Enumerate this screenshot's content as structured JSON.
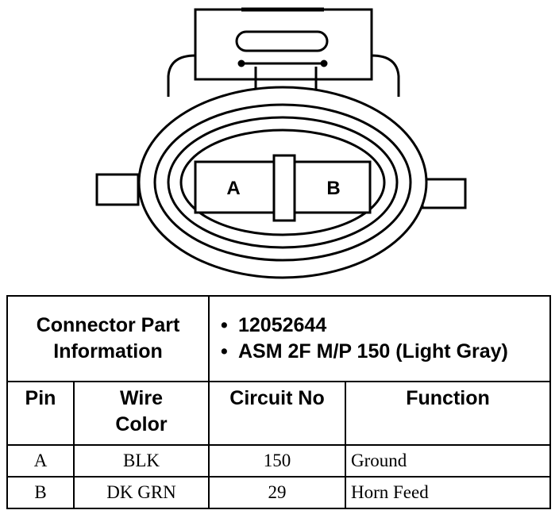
{
  "connector": {
    "cavity_a_label": "A",
    "cavity_b_label": "B"
  },
  "part_info": {
    "label_line1": "Connector Part",
    "label_line2": "Information",
    "items": [
      "12052644",
      "ASM 2F M/P 150 (Light Gray)"
    ]
  },
  "columns": {
    "pin": "Pin",
    "wire_color_line1": "Wire",
    "wire_color_line2": "Color",
    "circuit_no": "Circuit No",
    "function": "Function"
  },
  "rows": [
    {
      "pin": "A",
      "wire_color": "BLK",
      "circuit_no": "150",
      "function": "Ground"
    },
    {
      "pin": "B",
      "wire_color": "DK GRN",
      "circuit_no": "29",
      "function": "Horn Feed"
    }
  ],
  "colors": {
    "line": "#000000",
    "background": "#ffffff"
  }
}
